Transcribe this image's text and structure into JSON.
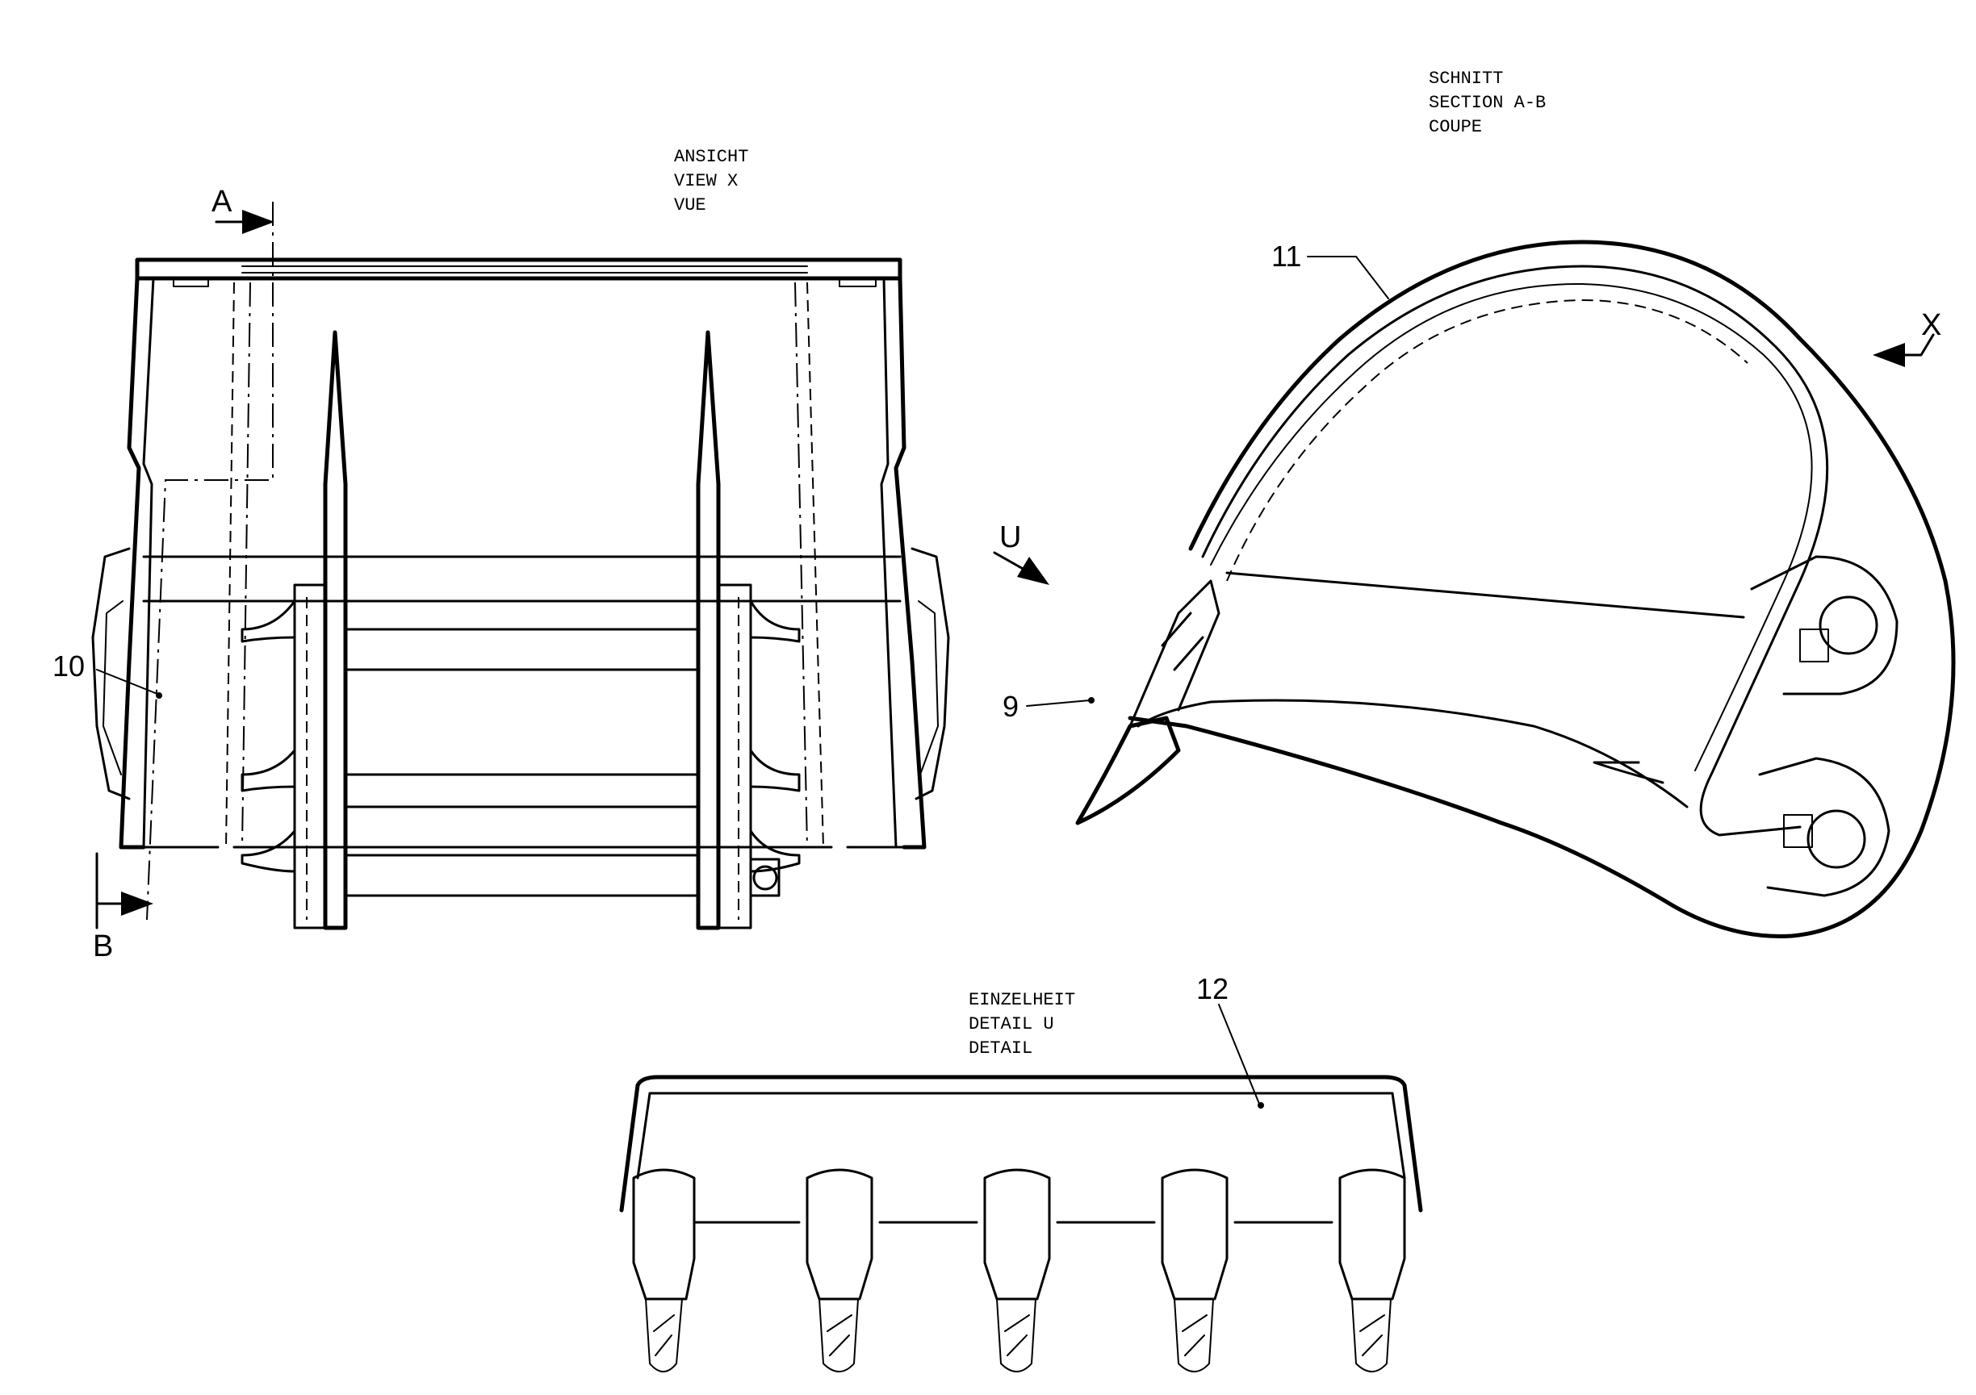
{
  "view_caption": [
    "ANSICHT",
    "VIEW X",
    "VUE"
  ],
  "section_caption": [
    "SCHNITT",
    "SECTION A-B",
    "COUPE"
  ],
  "detail_caption": [
    "EINZELHEIT",
    "DETAIL U",
    "DETAIL"
  ],
  "section_markers": {
    "a": "A",
    "b": "B"
  },
  "view_markers": {
    "x": "X",
    "u": "U"
  },
  "callouts": {
    "c10": "10",
    "c11": "11",
    "c9": "9",
    "c12": "12"
  }
}
